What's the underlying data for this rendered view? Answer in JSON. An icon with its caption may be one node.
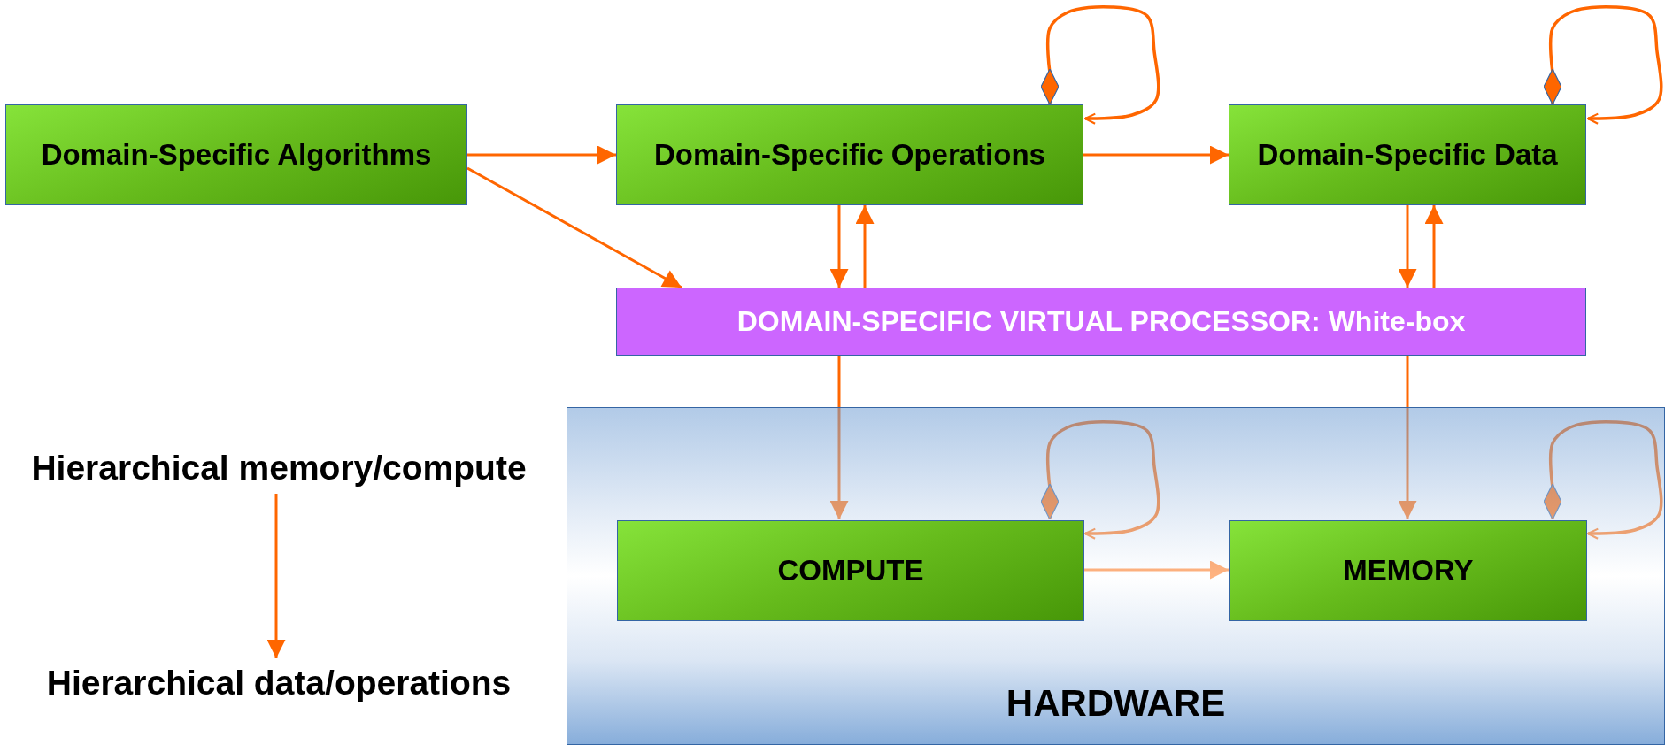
{
  "diagram": {
    "nodes": [
      {
        "text": [
          "Domain-Specific Algorithms"
        ]
      },
      {
        "text": [
          "Domain-Specific Operations"
        ]
      },
      {
        "text": [
          "Domain-Specific Data"
        ]
      },
      {
        "text": [
          "DOMAIN-SPECIFIC VIRTUAL PROCESSOR: White-box"
        ]
      },
      {
        "text": [
          "Hierarchical memory/compute"
        ]
      },
      {
        "text": [
          "Hierarchical data/operations"
        ]
      },
      {
        "text": [
          "HARDWARE"
        ]
      },
      {
        "text": [
          "COMPUTE"
        ],
        "in": 6
      },
      {
        "text": [
          "MEMORY"
        ],
        "in": 6
      }
    ],
    "edges": [
      {
        "from": 0,
        "to": 1,
        "arrow": "to"
      },
      {
        "from": 0,
        "to": 3,
        "arrow": "to"
      },
      {
        "from": 1,
        "to": 2,
        "arrow": "to"
      },
      {
        "from": 1,
        "to": 3,
        "arrow": "to"
      },
      {
        "from": 3,
        "to": 1,
        "arrow": "to"
      },
      {
        "from": 2,
        "to": 3,
        "arrow": "to"
      },
      {
        "from": 3,
        "to": 2,
        "arrow": "to"
      },
      {
        "from": 1,
        "to": 1,
        "arrow": "to"
      },
      {
        "from": 2,
        "to": 2,
        "arrow": "to"
      },
      {
        "from": 3,
        "to": 7,
        "arrow": "to"
      },
      {
        "from": 3,
        "to": 8,
        "arrow": "to"
      },
      {
        "from": 7,
        "to": 8,
        "arrow": "to"
      },
      {
        "from": 7,
        "to": 7,
        "arrow": "to"
      },
      {
        "from": 8,
        "to": 8,
        "arrow": "to"
      },
      {
        "from": 4,
        "to": 5,
        "arrow": "to"
      }
    ]
  }
}
